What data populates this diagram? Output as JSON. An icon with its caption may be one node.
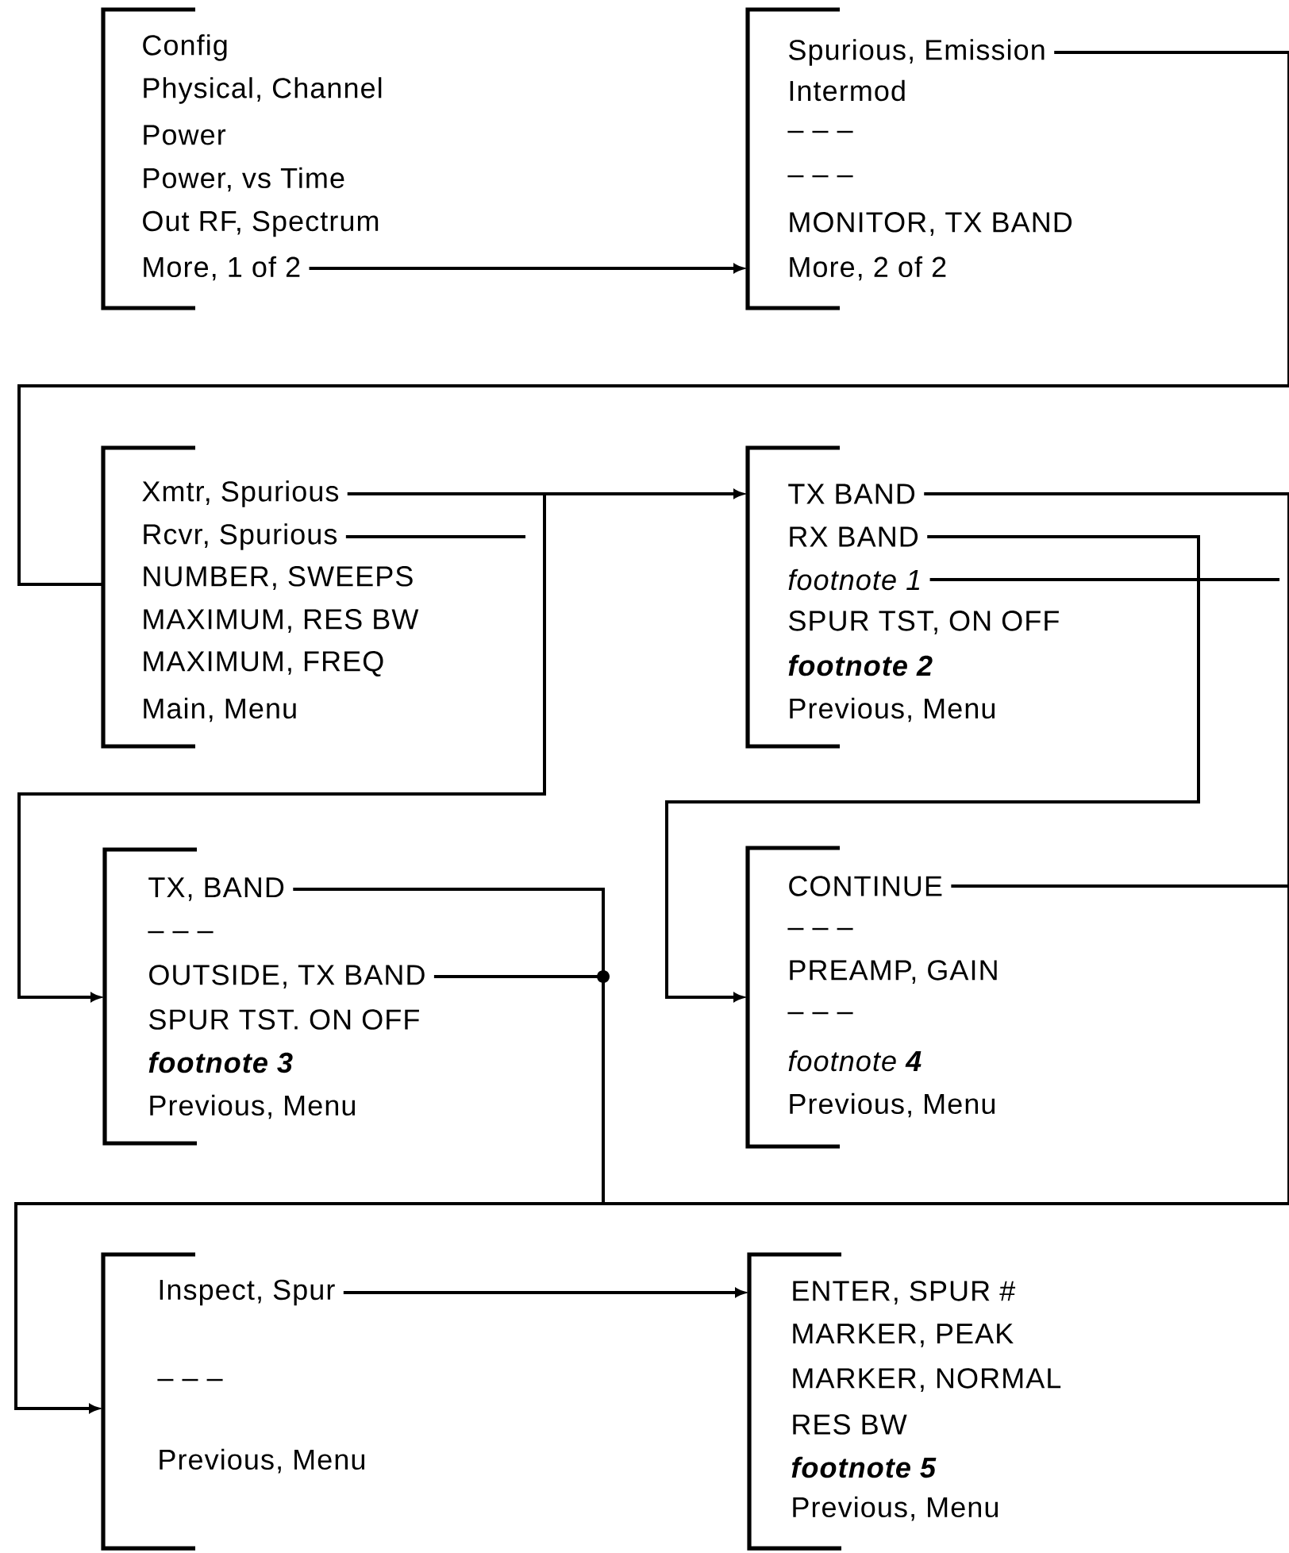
{
  "diagram": {
    "nodes": [
      {
        "text": [],
        "shape": "bracket"
      },
      {
        "text": [
          "Config"
        ]
      },
      {
        "text": [
          "Physical, Channel"
        ]
      },
      {
        "text": [
          "Power"
        ]
      },
      {
        "text": [
          "Power, vs Time"
        ]
      },
      {
        "text": [
          "Out RF, Spectrum"
        ]
      },
      {
        "text": [
          "More, 1 of 2"
        ]
      },
      {
        "text": [],
        "shape": "bracket"
      },
      {
        "text": [
          "Spurious, Emission"
        ]
      },
      {
        "text": [
          "Intermod"
        ]
      },
      {
        "text": [
          "– – –"
        ]
      },
      {
        "text": [
          "– – –"
        ]
      },
      {
        "text": [
          "MONITOR, TX BAND"
        ]
      },
      {
        "text": [
          "More, 2 of 2"
        ]
      },
      {
        "text": [],
        "shape": "bracket"
      },
      {
        "text": [
          "Xmtr, Spurious"
        ]
      },
      {
        "text": [
          "Rcvr, Spurious"
        ]
      },
      {
        "text": [
          "NUMBER, SWEEPS"
        ]
      },
      {
        "text": [
          "MAXIMUM, RES BW"
        ]
      },
      {
        "text": [
          "MAXIMUM, FREQ"
        ]
      },
      {
        "text": [
          "Main, Menu"
        ]
      },
      {
        "text": [],
        "shape": "bracket"
      },
      {
        "text": [
          "TX BAND"
        ]
      },
      {
        "text": [
          "RX BAND"
        ]
      },
      {
        "text": [
          "footnote 1"
        ]
      },
      {
        "text": [
          "SPUR TST, ON OFF"
        ]
      },
      {
        "text": [
          "footnote 2"
        ]
      },
      {
        "text": [
          "Previous, Menu"
        ]
      },
      {
        "text": [],
        "shape": "bracket"
      },
      {
        "text": [
          "TX, BAND"
        ]
      },
      {
        "text": [
          "– – –"
        ]
      },
      {
        "text": [
          "OUTSIDE, TX BAND"
        ]
      },
      {
        "text": [
          "SPUR TST. ON OFF"
        ]
      },
      {
        "text": [
          "footnote 3"
        ]
      },
      {
        "text": [
          "Previous, Menu"
        ]
      },
      {
        "text": [],
        "shape": "bracket"
      },
      {
        "text": [
          "CONTINUE"
        ]
      },
      {
        "text": [
          "– – –"
        ]
      },
      {
        "text": [
          "PREAMP, GAIN"
        ]
      },
      {
        "text": [
          "– – –"
        ]
      },
      {
        "text": [
          "footnote **4**"
        ]
      },
      {
        "text": [
          "Previous, Menu"
        ]
      },
      {
        "text": [],
        "shape": "bracket"
      },
      {
        "text": [
          "Inspect, Spur"
        ]
      },
      {
        "text": [
          "– – –"
        ]
      },
      {
        "text": [
          "Previous, Menu"
        ]
      },
      {
        "text": [],
        "shape": "bracket"
      },
      {
        "text": [
          "ENTER, SPUR #"
        ]
      },
      {
        "text": [
          "MARKER, PEAK"
        ]
      },
      {
        "text": [
          "MARKER, NORMAL"
        ]
      },
      {
        "text": [
          "RES BW"
        ]
      },
      {
        "text": [
          "footnote 5"
        ]
      },
      {
        "text": [
          "Previous, Menu"
        ]
      }
    ],
    "edges": [
      {
        "from": 6,
        "to": 7,
        "arrow": "to"
      },
      {
        "from": 8,
        "to": 14,
        "arrow": "none"
      },
      {
        "from": 15,
        "to": 21,
        "arrow": "to"
      },
      {
        "from": 15,
        "to": 28,
        "arrow": "to"
      },
      {
        "from": 16,
        "to": null,
        "arrow": "none"
      },
      {
        "from": 22,
        "to": 42,
        "arrow": "to"
      },
      {
        "from": 23,
        "to": 35,
        "arrow": "to"
      },
      {
        "from": 24,
        "to": null,
        "arrow": "none"
      },
      {
        "from": 29,
        "to": 42,
        "arrow": "to"
      },
      {
        "from": 31,
        "to": 42,
        "arrow": "to"
      },
      {
        "from": 36,
        "to": 42,
        "arrow": "to"
      },
      {
        "from": 43,
        "to": 46,
        "arrow": "to"
      }
    ]
  }
}
